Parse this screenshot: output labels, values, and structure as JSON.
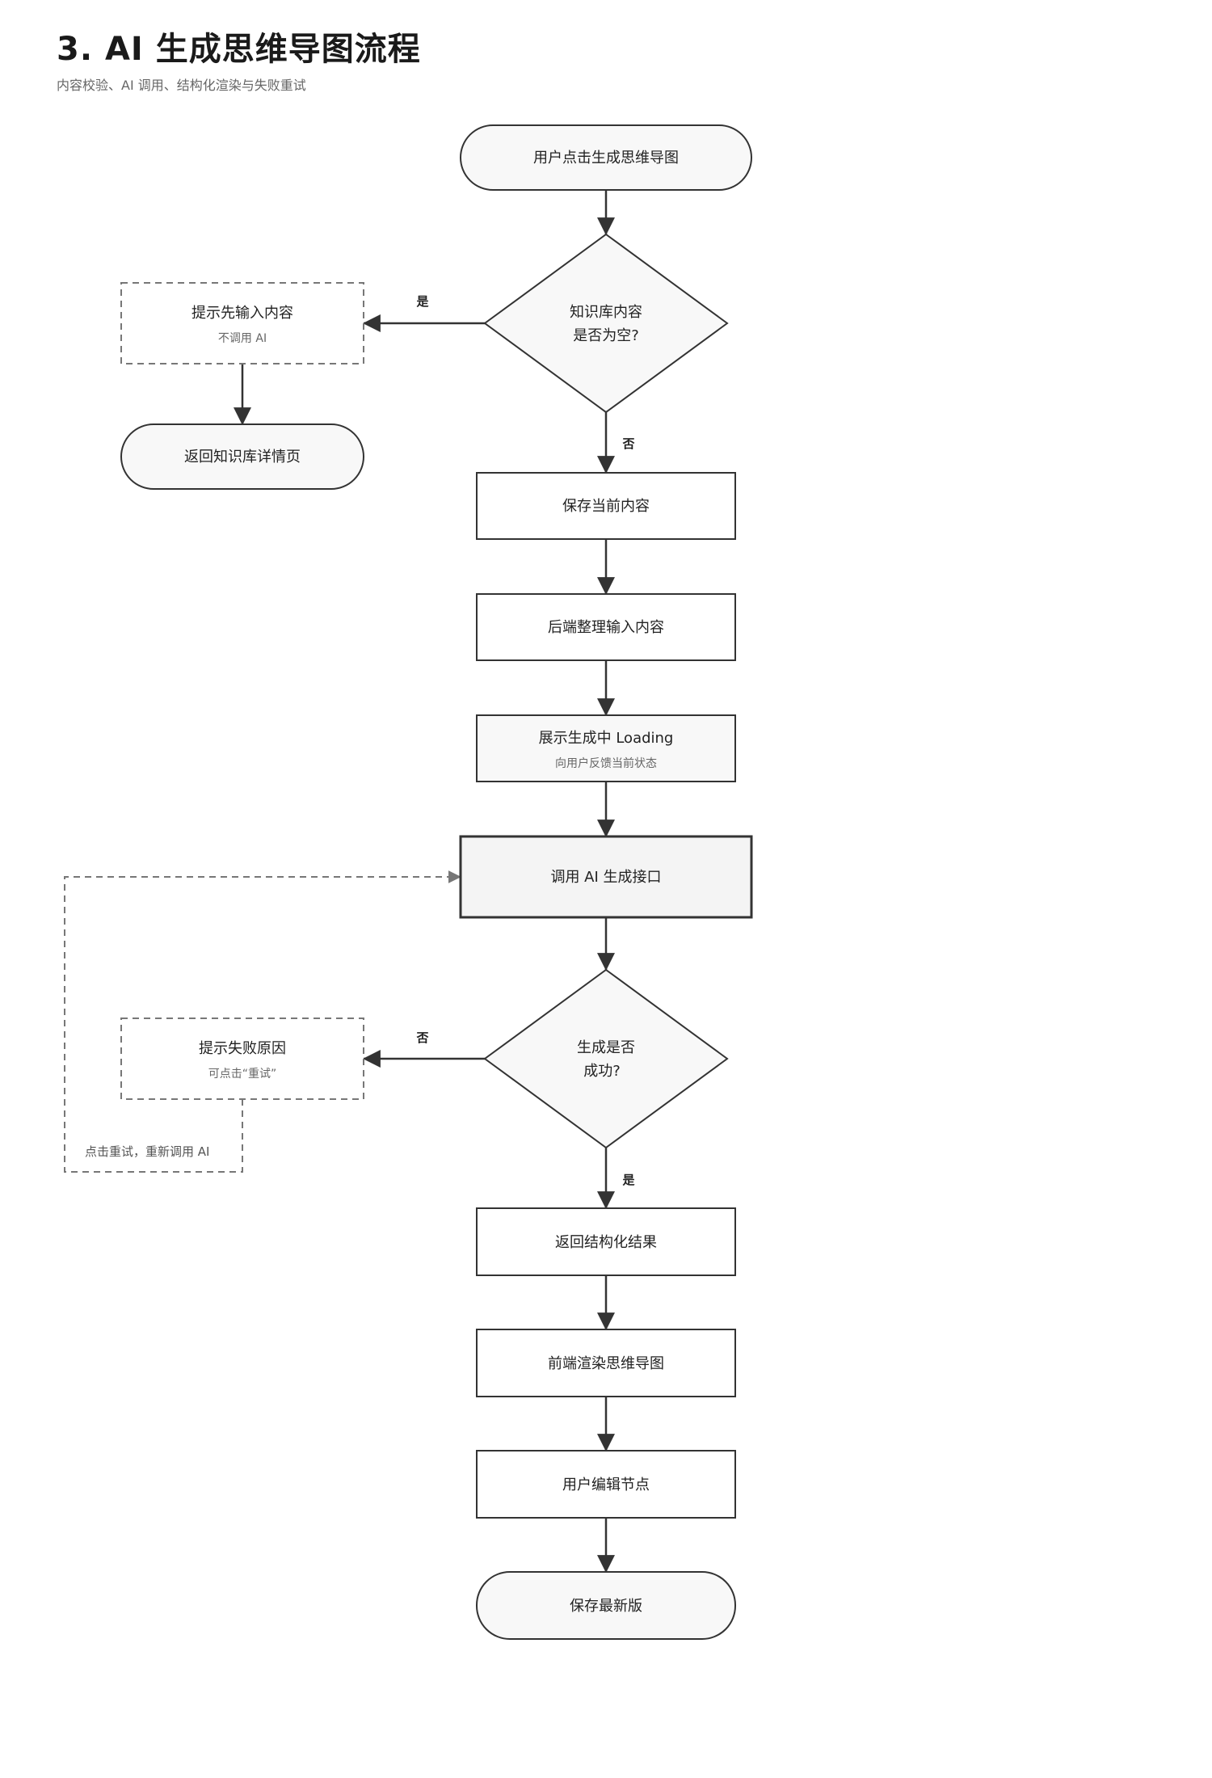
{
  "header": {
    "title": "3. AI 生成思维导图流程",
    "subtitle": "内容校验、AI 调用、结构化渲染与失败重试"
  },
  "nodes": {
    "start": {
      "label": "用户点击生成思维导图"
    },
    "check_empty": {
      "line1": "知识库内容",
      "line2": "是否为空?"
    },
    "prompt_input": {
      "label": "提示先输入内容",
      "sub": "不调用 AI"
    },
    "return_detail": {
      "label": "返回知识库详情页"
    },
    "save_current": {
      "label": "保存当前内容"
    },
    "backend_organize": {
      "label": "后端整理输入内容"
    },
    "show_loading": {
      "label": "展示生成中 Loading",
      "sub": "向用户反馈当前状态"
    },
    "call_ai": {
      "label": "调用 AI 生成接口"
    },
    "check_success": {
      "line1": "生成是否",
      "line2": "成功?"
    },
    "prompt_fail": {
      "label": "提示失败原因",
      "sub": "可点击“重试”"
    },
    "return_structured": {
      "label": "返回结构化结果"
    },
    "frontend_render": {
      "label": "前端渲染思维导图"
    },
    "user_edit": {
      "label": "用户编辑节点"
    },
    "save_latest": {
      "label": "保存最新版"
    }
  },
  "edges": {
    "empty_yes": "是",
    "empty_no": "否",
    "success_no": "否",
    "success_yes": "是",
    "retry_note": "点击重试，重新调用 AI"
  },
  "colors": {
    "stroke": "#333333",
    "dashed": "#777777",
    "fill_light": "#f8f8f8",
    "fill_ai": "#f4f4f4"
  }
}
